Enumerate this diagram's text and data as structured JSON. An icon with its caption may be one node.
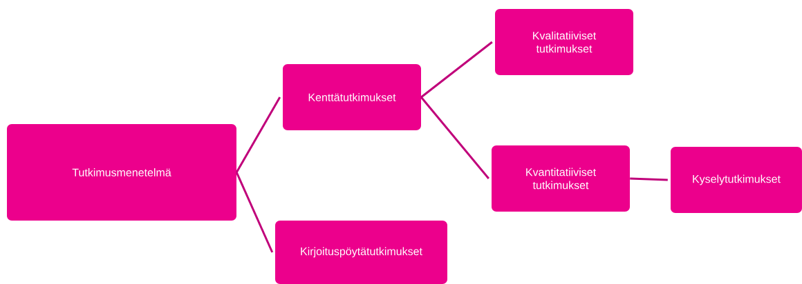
{
  "diagram": {
    "nodes": [
      {
        "text": [
          "Tutkimusmenetelmä"
        ]
      },
      {
        "text": [
          "Kenttätutkimukset"
        ]
      },
      {
        "text": [
          "Kirjoituspöytätutkimukset"
        ]
      },
      {
        "text": [
          "Kvalitatiiviset tutkimukset"
        ]
      },
      {
        "text": [
          "Kvantitatiiviset tutkimukset"
        ]
      },
      {
        "text": [
          "Kyselytutkimukset"
        ]
      }
    ],
    "edges": [
      {
        "from": 0,
        "to": 1,
        "arrow": "none"
      },
      {
        "from": 0,
        "to": 2,
        "arrow": "none"
      },
      {
        "from": 1,
        "to": 3,
        "arrow": "none"
      },
      {
        "from": 1,
        "to": 4,
        "arrow": "none"
      },
      {
        "from": 4,
        "to": 5,
        "arrow": "none"
      }
    ]
  }
}
